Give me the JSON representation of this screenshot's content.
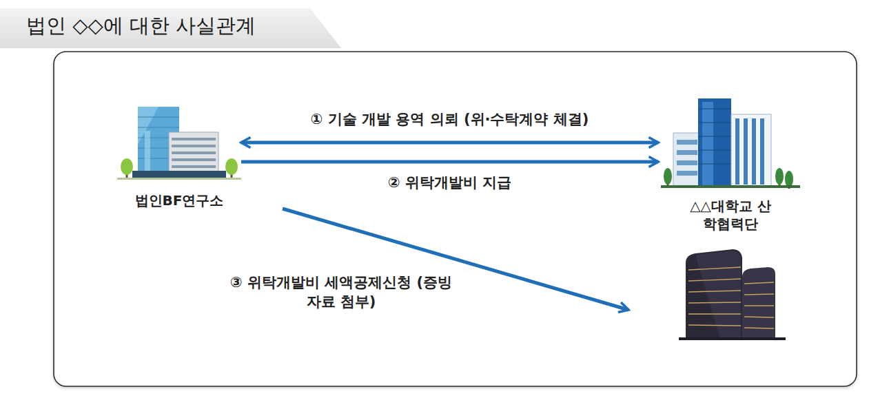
{
  "diagram": {
    "title": "법인 ◇◇에 대한 사실관계",
    "nodes": [
      {
        "text": [
          "법인BF연구소"
        ]
      },
      {
        "text": [
          "△△대학교 산학협력단"
        ]
      }
    ],
    "edges": [
      {
        "from": 0,
        "to": 1,
        "arrow": "both",
        "label": "① 기술 개발 용역 의뢰 (위·수탁계약 체결)"
      },
      {
        "from": 0,
        "to": 1,
        "arrow": "to",
        "label": "② 위탁개발비 지급"
      }
    ],
    "labels": [
      "③ 위탁개발비 세액공제신청 (증빙자료 첨부)"
    ]
  }
}
